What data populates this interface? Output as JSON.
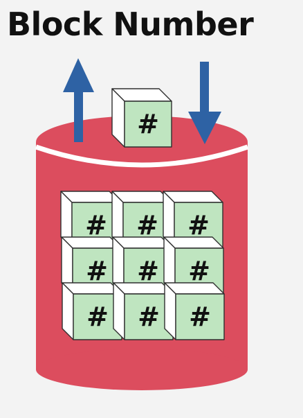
{
  "title": "Block Number",
  "block_label": "#",
  "grid": {
    "rows": 3,
    "cols": 3
  },
  "colors": {
    "cylinder": "#dc4d5e",
    "cylinder_rim": "#ffffff",
    "block_face": "#bfe5c0",
    "block_top": "#ffffff",
    "block_edge": "#2f2f2f",
    "arrow": "#2e62a4",
    "text": "#111111"
  },
  "icons": {
    "up": "arrow-up-icon",
    "down": "arrow-down-icon"
  }
}
